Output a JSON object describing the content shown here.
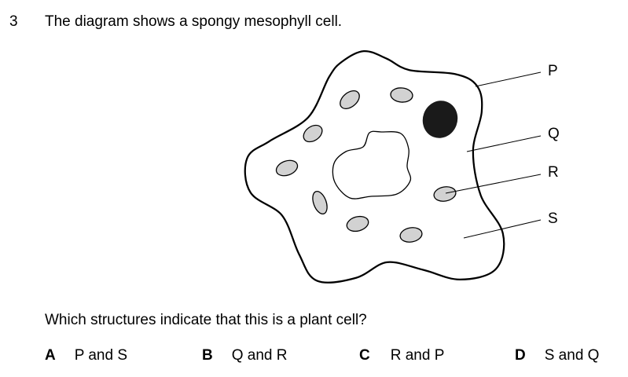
{
  "question": {
    "number": "3",
    "stem": "The diagram shows a spongy mesophyll cell.",
    "prompt": "Which structures indicate that this is a plant cell?"
  },
  "diagram": {
    "labels": [
      "P",
      "Q",
      "R",
      "S"
    ]
  },
  "options": [
    {
      "letter": "A",
      "text": "P and S"
    },
    {
      "letter": "B",
      "text": "Q and R"
    },
    {
      "letter": "C",
      "text": "R and P"
    },
    {
      "letter": "D",
      "text": "S and Q"
    }
  ],
  "colors": {
    "chloroplast": "#d2d2d2",
    "nucleus": "#1a1a1a"
  }
}
